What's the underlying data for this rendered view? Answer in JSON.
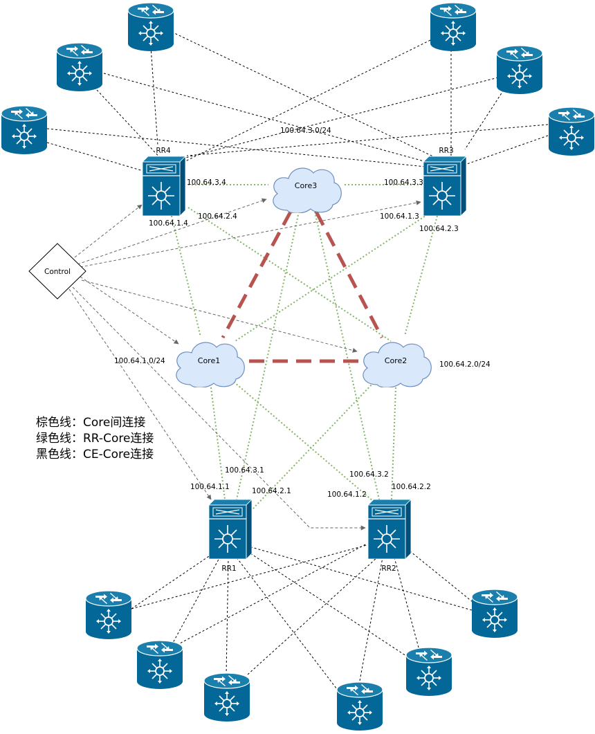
{
  "colors": {
    "router_fill": "#036897",
    "router_top": "#1a7fad",
    "switch_fill": "#036897",
    "cloud_fill": "#dae8fc",
    "cloud_stroke": "#6c8ebf",
    "core_link": "#b85450",
    "rr_core_link": "#82b366",
    "ce_link": "#000000",
    "control_link": "#666666"
  },
  "nodes": {
    "rr4": {
      "label": "RR4"
    },
    "rr3": {
      "label": "RR3"
    },
    "rr1": {
      "label": "RR1"
    },
    "rr2": {
      "label": "RR2"
    },
    "core1": {
      "label": "Core1"
    },
    "core2": {
      "label": "Core2"
    },
    "core3": {
      "label": "Core3"
    },
    "control": {
      "label": "Control"
    }
  },
  "addresses": {
    "rr4_core3": "100.64.3.4",
    "rr4_core1": "100.64.1.4",
    "rr4_core2": "100.64.2.4",
    "rr3_core3": "100.64.3.3",
    "rr3_core1": "100.64.1.3",
    "rr3_core2": "100.64.2.3",
    "rr1_core1": "100.64.1.1",
    "rr1_core3": "100.64.3.1",
    "rr1_core2": "100.64.2.1",
    "rr2_core3": "100.64.3.2",
    "rr2_core1": "100.64.1.2",
    "rr2_core2": "100.64.2.2"
  },
  "subnets": {
    "core3": "100.64.3.0/24",
    "core1": "100.64.1.0/24",
    "core2": "100.64.2.0/24"
  },
  "legend": [
    "棕色线：Core间连接",
    "绿色线：RR-Core连接",
    "黑色线：CE-Core连接"
  ]
}
